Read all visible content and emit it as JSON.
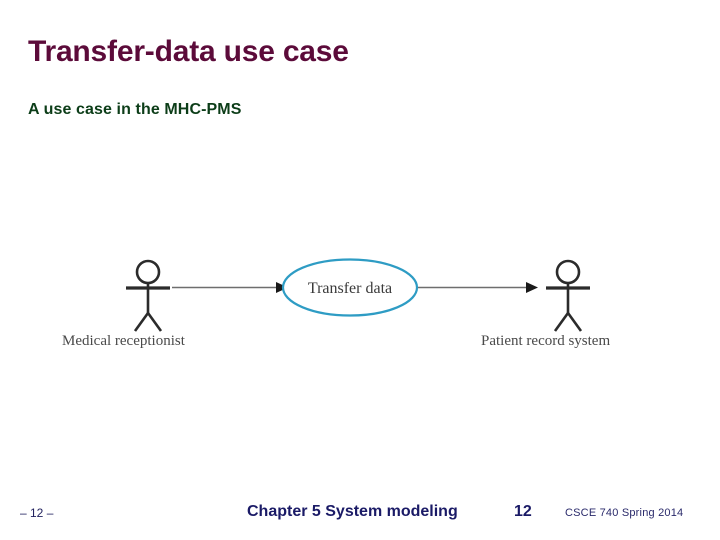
{
  "slide": {
    "title": "Transfer-data use case",
    "subtitle": "A use case in the MHC-PMS",
    "title_color": "#5c0b3a",
    "subtitle_color": "#0c3d18",
    "background_color": "#ffffff"
  },
  "diagram": {
    "type": "uml-use-case",
    "usecase": {
      "label": "Transfer data",
      "shape": "ellipse",
      "stroke_color": "#2e9cc4",
      "text_color": "#3a3a3a"
    },
    "actors": [
      {
        "id": "medical-receptionist",
        "label": "Medical receptionist",
        "side": "left",
        "stroke_color": "#2b2b2b",
        "text_color": "#4a4a4a"
      },
      {
        "id": "patient-record-system",
        "label": "Patient record system",
        "side": "right",
        "stroke_color": "#2b2b2b",
        "text_color": "#4a4a4a"
      }
    ],
    "associations": [
      {
        "id": "assoc-receptionist-to-usecase",
        "from": "medical-receptionist",
        "to": "Transfer data",
        "arrow": "solid-filled",
        "color": "#6e6e6e"
      },
      {
        "id": "assoc-usecase-to-system",
        "from": "Transfer data",
        "to": "patient-record-system",
        "arrow": "solid-filled",
        "color": "#6e6e6e"
      }
    ]
  },
  "footer": {
    "page_marker": "– 12 –",
    "chapter": "Chapter 5 System modeling",
    "slide_number": "12",
    "course": "CSCE 740 Spring  2014",
    "text_color": "#1a1a66"
  }
}
